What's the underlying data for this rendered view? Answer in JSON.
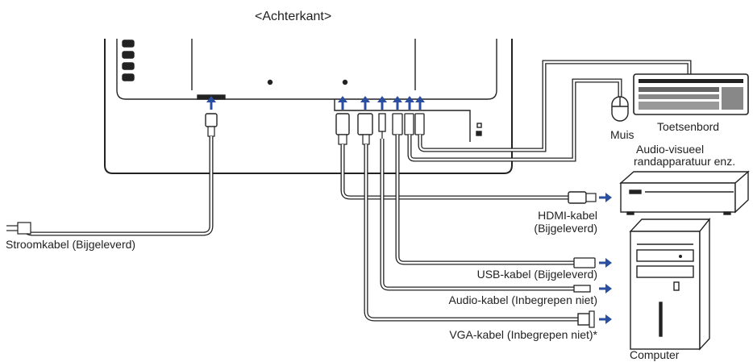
{
  "title": "<Achterkant>",
  "labels": {
    "power_cable": "Stroomkabel (Bijgeleverd)",
    "hdmi_cable_1": "HDMI-kabel",
    "hdmi_cable_2": "(Bijgeleverd)",
    "usb_cable": "USB-kabel (Bijgeleverd)",
    "audio_cable": "Audio-kabel (Inbegrepen niet)",
    "vga_cable": "VGA-kabel (Inbegrepen niet)*",
    "mouse": "Muis",
    "keyboard": "Toetsenbord",
    "av_device_1": "Audio-visueel",
    "av_device_2": "randapparatuur enz.",
    "computer": "Computer"
  },
  "colors": {
    "line": "#222222",
    "arrow": "#2b4fa0"
  }
}
